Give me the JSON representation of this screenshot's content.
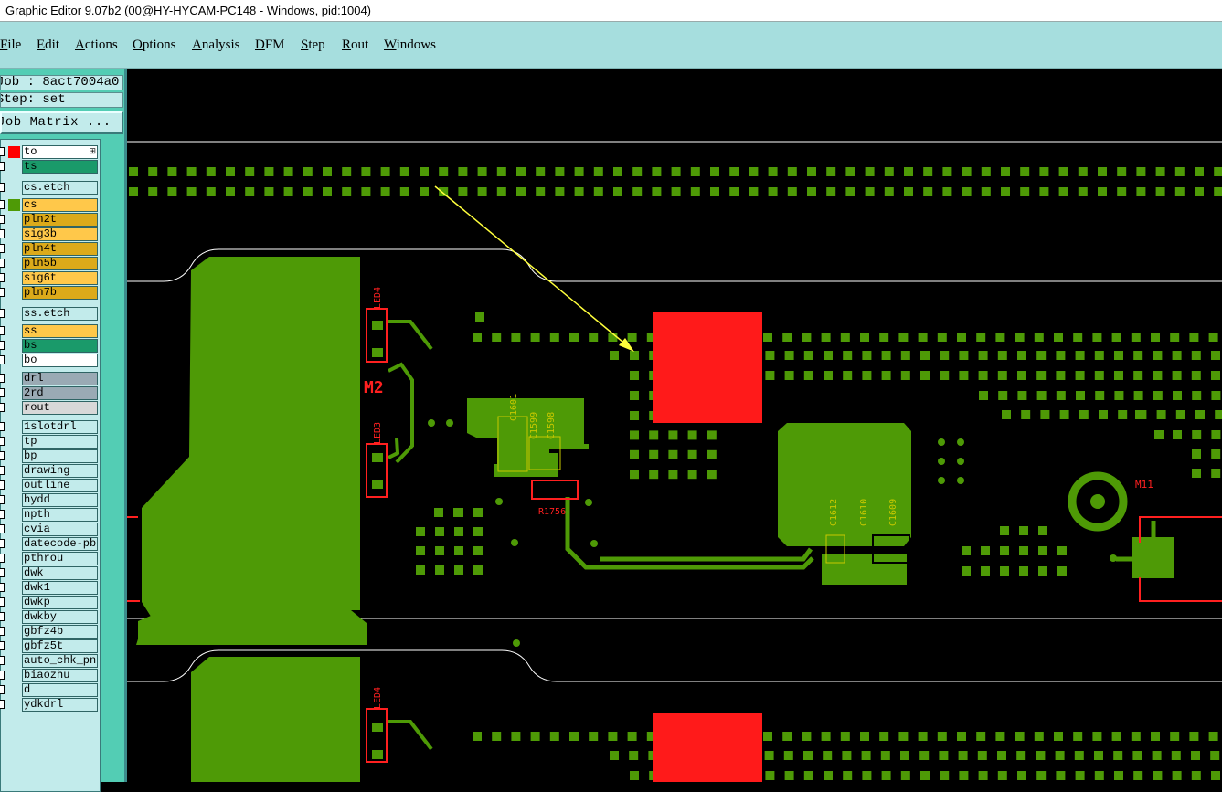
{
  "window": {
    "title": "Graphic Editor 9.07b2 (00@HY-HYCAM-PC148 - Windows, pid:1004)"
  },
  "menubar": {
    "items": [
      {
        "label": "File",
        "u": "F",
        "rest": "ile"
      },
      {
        "label": "Edit",
        "u": "E",
        "rest": "dit"
      },
      {
        "label": "Actions",
        "u": "A",
        "rest": "ctions"
      },
      {
        "label": "Options",
        "u": "O",
        "rest": "ptions"
      },
      {
        "label": "Analysis",
        "u": "A",
        "rest": "nalysis"
      },
      {
        "label": "DFM",
        "u": "D",
        "rest": "FM"
      },
      {
        "label": "Step",
        "u": "S",
        "rest": "tep"
      },
      {
        "label": "Rout",
        "u": "R",
        "rest": "out"
      },
      {
        "label": "Windows",
        "u": "W",
        "rest": "indows"
      }
    ]
  },
  "panel": {
    "job_label": "Job : 8act7004a0",
    "step_label": "Step: set",
    "job_matrix_button": "Job Matrix ..."
  },
  "layers": [
    {
      "name": "to",
      "color": "#ffffff",
      "swatch": "#ff0000",
      "expand": "⊞"
    },
    {
      "name": "ts",
      "color": "#1a9a6a",
      "swatch": ""
    },
    {
      "name": "cs.etch",
      "color": "#c2ebeb",
      "swatch": ""
    },
    {
      "name": "cs",
      "color": "#ffc84a",
      "swatch": "#4e9a06"
    },
    {
      "name": "pln2t",
      "color": "#dcaa1a",
      "swatch": ""
    },
    {
      "name": "sig3b",
      "color": "#ffc84a",
      "swatch": ""
    },
    {
      "name": "pln4t",
      "color": "#dcaa1a",
      "swatch": ""
    },
    {
      "name": "pln5b",
      "color": "#dcaa1a",
      "swatch": ""
    },
    {
      "name": "sig6t",
      "color": "#ffc84a",
      "swatch": ""
    },
    {
      "name": "pln7b",
      "color": "#dcaa1a",
      "swatch": ""
    },
    {
      "name": "ss.etch",
      "color": "#c2ebeb",
      "swatch": ""
    },
    {
      "name": "ss",
      "color": "#ffc84a",
      "swatch": ""
    },
    {
      "name": "bs",
      "color": "#1a9a6a",
      "swatch": ""
    },
    {
      "name": "bo",
      "color": "#ffffff",
      "swatch": ""
    },
    {
      "name": "drl",
      "color": "#9aaab4",
      "swatch": ""
    },
    {
      "name": "2rd",
      "color": "#9aaab4",
      "swatch": ""
    },
    {
      "name": "rout",
      "color": "#d8d8d8",
      "swatch": ""
    },
    {
      "name": "1slotdrl",
      "color": "#c2ebeb",
      "swatch": ""
    },
    {
      "name": "tp",
      "color": "#c2ebeb",
      "swatch": ""
    },
    {
      "name": "bp",
      "color": "#c2ebeb",
      "swatch": ""
    },
    {
      "name": "drawing",
      "color": "#c2ebeb",
      "swatch": ""
    },
    {
      "name": "outline",
      "color": "#c2ebeb",
      "swatch": ""
    },
    {
      "name": "hydd",
      "color": "#c2ebeb",
      "swatch": ""
    },
    {
      "name": "npth",
      "color": "#c2ebeb",
      "swatch": ""
    },
    {
      "name": "cvia",
      "color": "#c2ebeb",
      "swatch": ""
    },
    {
      "name": "datecode-pbo",
      "color": "#c2ebeb",
      "swatch": ""
    },
    {
      "name": "pthrou",
      "color": "#c2ebeb",
      "swatch": ""
    },
    {
      "name": "dwk",
      "color": "#c2ebeb",
      "swatch": ""
    },
    {
      "name": "dwk1",
      "color": "#c2ebeb",
      "swatch": ""
    },
    {
      "name": "dwkp",
      "color": "#c2ebeb",
      "swatch": ""
    },
    {
      "name": "dwkby",
      "color": "#c2ebeb",
      "swatch": ""
    },
    {
      "name": "gbfz4b",
      "color": "#c2ebeb",
      "swatch": ""
    },
    {
      "name": "gbfz5t",
      "color": "#c2ebeb",
      "swatch": ""
    },
    {
      "name": "auto_chk_pnl",
      "color": "#c2ebeb",
      "swatch": ""
    },
    {
      "name": "biaozhu",
      "color": "#c2ebeb",
      "swatch": ""
    },
    {
      "name": "d",
      "color": "#c2ebeb",
      "swatch": ""
    },
    {
      "name": "ydkdrl",
      "color": "#c2ebeb",
      "swatch": ""
    }
  ],
  "canvas": {
    "designators": {
      "led4_top": "LED4",
      "led3": "LED3",
      "m2": "M2",
      "c1601": "C1601",
      "c1599": "C1599",
      "c1598": "C1598",
      "r1756": "R1756",
      "c1612": "C1612",
      "c1610": "C1610",
      "c1609": "C1609",
      "m11": "M11",
      "led4_bottom": "LED4"
    },
    "colors": {
      "copper": "#4e9a06",
      "highlight": "#ff1a1a",
      "silkscreen": "#ff2020",
      "arrow": "#ffff3c",
      "profile": "#ffffff"
    }
  }
}
